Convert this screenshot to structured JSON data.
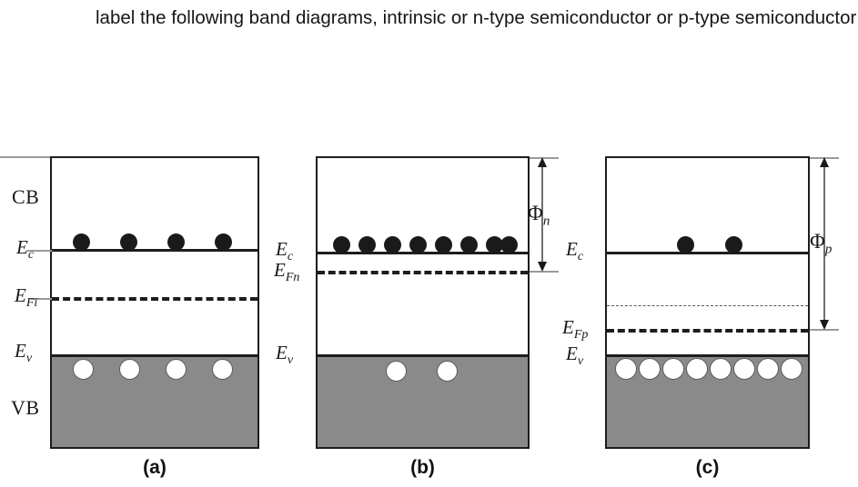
{
  "question": {
    "text": "label the following band diagrams, intrinsic or n-type semiconductor or p-type semiconductor"
  },
  "figure": {
    "colors": {
      "valence_band_fill": "#8a8a8a",
      "line": "#1d1d1d",
      "guide": "#9a9a9a",
      "electron": "#1a1a1a",
      "hole_outline": "#5d5d5d",
      "background": "#ffffff"
    },
    "panels": [
      {
        "id": "a",
        "caption": "(a)",
        "labels": {
          "conduction_band": "CB",
          "valence_band": "VB",
          "ec": "E",
          "ec_sub": "c",
          "efi": "E",
          "efi_sub": "Fi",
          "ev": "E",
          "ev_sub": "v"
        },
        "electron_count": 4,
        "hole_count": 4,
        "has_intrinsic_dashed": false,
        "has_work_function_arrow": false
      },
      {
        "id": "b",
        "caption": "(b)",
        "labels": {
          "ec": "E",
          "ec_sub": "c",
          "efn": "E",
          "efn_sub": "Fn",
          "ev": "E",
          "ev_sub": "v",
          "phi": "Φ",
          "phi_sub": "n"
        },
        "electron_count": 8,
        "hole_count": 2,
        "has_intrinsic_dashed": false,
        "has_work_function_arrow": true
      },
      {
        "id": "c",
        "caption": "(c)",
        "labels": {
          "ec": "E",
          "ec_sub": "c",
          "efp": "E",
          "efp_sub": "Fp",
          "ev": "E",
          "ev_sub": "v",
          "phi": "Φ",
          "phi_sub": "p"
        },
        "electron_count": 2,
        "hole_count": 8,
        "has_intrinsic_dashed": true,
        "has_work_function_arrow": true
      }
    ]
  }
}
